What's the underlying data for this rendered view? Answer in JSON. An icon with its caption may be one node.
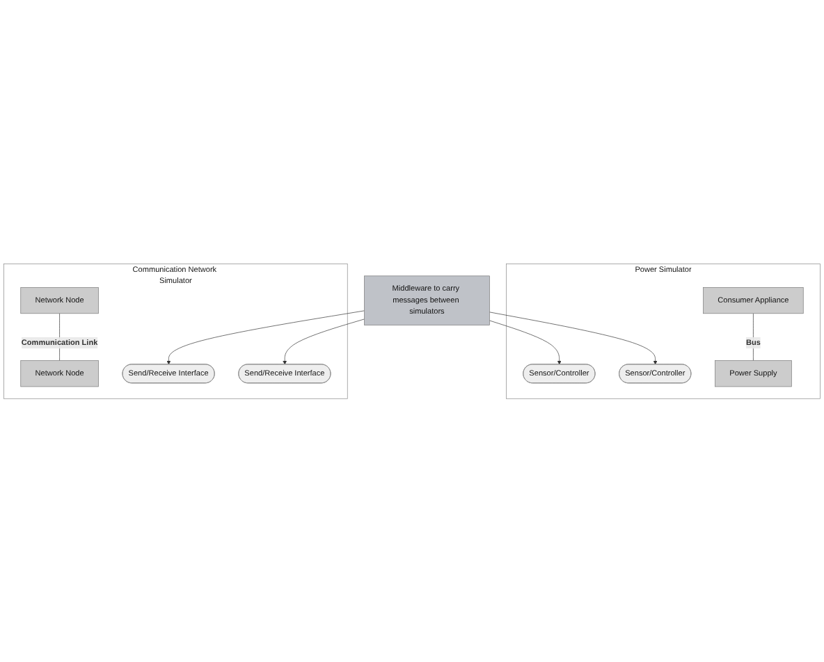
{
  "diagram": {
    "nodes": [
      {
        "text": [
          "Power Simulator"
        ]
      },
      {
        "text": [
          "Consumer Appliance"
        ],
        "in": 0
      },
      {
        "text": [
          "Power Supply"
        ],
        "in": 0
      },
      {
        "text": [
          "Sensor/Controller"
        ],
        "in": 0
      },
      {
        "text": [
          "Sensor/Controller"
        ],
        "in": 0
      },
      {
        "text": [
          "Middleware to carry messages between simulators"
        ]
      },
      {
        "text": [
          "Communication Network Simulator"
        ]
      },
      {
        "text": [
          "Send/Receive Interface"
        ],
        "in": 6
      },
      {
        "text": [
          "Send/Receive Interface"
        ],
        "in": 6
      },
      {
        "text": [
          "Network Node"
        ],
        "in": 6
      },
      {
        "text": [
          "Network Node"
        ],
        "in": 6
      }
    ],
    "edges": [
      {
        "from": 1,
        "to": 2,
        "arrow": "none",
        "label": "Bus"
      },
      {
        "from": 5,
        "to": 3,
        "arrow": "to"
      },
      {
        "from": 5,
        "to": 4,
        "arrow": "to"
      },
      {
        "from": 5,
        "to": 7,
        "arrow": "to"
      },
      {
        "from": 5,
        "to": 8,
        "arrow": "to"
      },
      {
        "from": 9,
        "to": 10,
        "arrow": "none",
        "label": "Communication Link"
      }
    ]
  }
}
